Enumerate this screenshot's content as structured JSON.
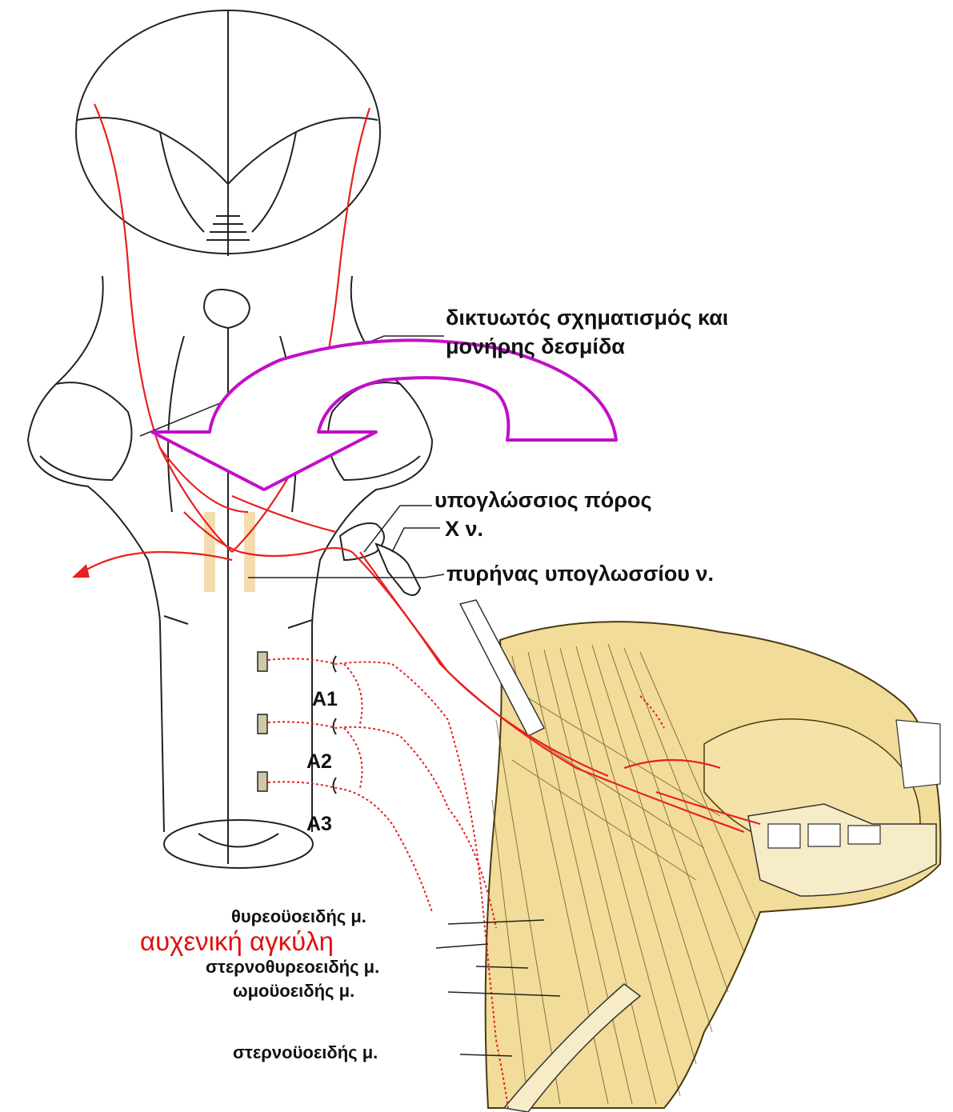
{
  "labels": {
    "reticular": "δικτυωτός σχηματισμός και",
    "reticular_2": "μονήρης δεσμίδα",
    "hypoglossal_canal": "υπογλώσσιος πόρος",
    "vagus": "Χ ν.",
    "hypoglossal_nucleus": "πυρήνας υπογλωσσίου ν.",
    "c1": "Α1",
    "c2": "Α2",
    "c3": "Α3",
    "thyrohyoid": "θυρεοϋοειδής μ.",
    "ansa_cervicalis": "αυχενική αγκύλη",
    "sternothyroid": "στερνοθυρεοειδής μ.",
    "omohyoid": "ωμοϋοειδής μ.",
    "sternohyoid": "στερνοϋοειδής μ."
  },
  "colors": {
    "nerve": "#e82020",
    "arrow": "#c010c8",
    "outline": "#222222",
    "muscle_fill": "#f2dc9a",
    "muscle_stroke": "#4a3a10",
    "label_accent": "#e01010",
    "nucleus": "#f5d9a8"
  }
}
